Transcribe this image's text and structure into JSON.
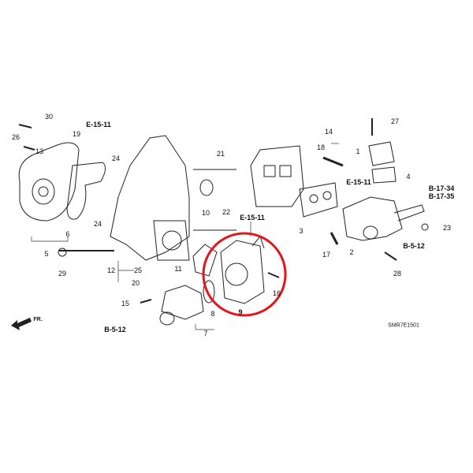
{
  "diagram_code": "SMR7E1501",
  "front_marker": "FR.",
  "highlight_color": "#e8141b",
  "callouts": [
    "30",
    "19",
    "26",
    "13",
    "24",
    "21",
    "10",
    "22",
    "24",
    "6",
    "5",
    "29",
    "12",
    "25",
    "20",
    "11",
    "15",
    "7",
    "8",
    "9",
    "16",
    "27",
    "14",
    "18",
    "1",
    "4",
    "23",
    "3",
    "17",
    "2",
    "28"
  ],
  "references": [
    "E-15-11",
    "E-15-11",
    "E-15-11",
    "B-5-12",
    "B-5-12",
    "B-17-34",
    "B-17-35"
  ]
}
